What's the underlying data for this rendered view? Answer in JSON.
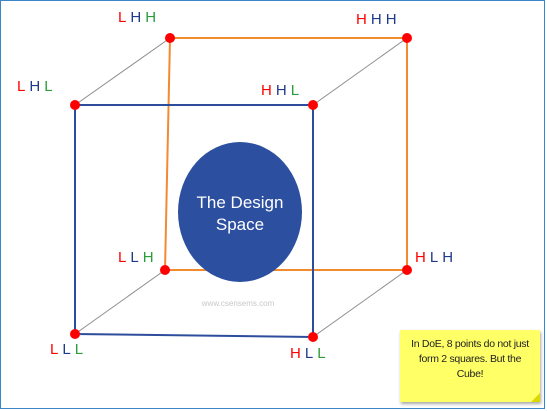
{
  "colors": {
    "front_square": "#2d4d9c",
    "back_square": "#f28a30",
    "edges": "#8c8c8c",
    "vertex": "#ff0000",
    "ellipse": "#2d4fa0",
    "letter_L": "#ff0000",
    "letter_H": "#1f3a8a",
    "letter_L_green": "#2a9d3a",
    "note_bg": "#ffff66"
  },
  "center_label": {
    "line1": "The Design",
    "line2": "Space"
  },
  "watermark": "www.csensems.com",
  "vertices": {
    "back_top_left": {
      "letters": [
        "L",
        "H",
        "H"
      ]
    },
    "back_top_right": {
      "letters": [
        "H",
        "H",
        "H"
      ]
    },
    "front_top_left": {
      "letters": [
        "L",
        "H",
        "L"
      ]
    },
    "front_top_right": {
      "letters": [
        "H",
        "H",
        "L"
      ]
    },
    "back_bottom_left": {
      "letters": [
        "L",
        "L",
        "H"
      ]
    },
    "back_bottom_right": {
      "letters": [
        "H",
        "L",
        "H"
      ]
    },
    "front_bottom_left": {
      "letters": [
        "L",
        "L",
        "L"
      ]
    },
    "front_bottom_right": {
      "letters": [
        "H",
        "L",
        "L"
      ]
    }
  },
  "note": {
    "text": "In DoE, 8 points do not just form 2 squares. But the Cube!"
  }
}
